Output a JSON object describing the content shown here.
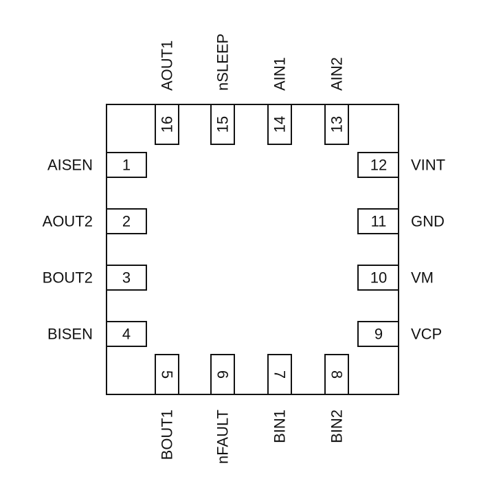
{
  "title": "IC pinout (16-pin QFN)",
  "pins": [
    {
      "num": "1",
      "name": "AISEN",
      "side": "left",
      "slot": 0
    },
    {
      "num": "2",
      "name": "AOUT2",
      "side": "left",
      "slot": 1
    },
    {
      "num": "3",
      "name": "BOUT2",
      "side": "left",
      "slot": 2
    },
    {
      "num": "4",
      "name": "BISEN",
      "side": "left",
      "slot": 3
    },
    {
      "num": "5",
      "name": "BOUT1",
      "side": "bottom",
      "slot": 0
    },
    {
      "num": "6",
      "name": "nFAULT",
      "side": "bottom",
      "slot": 1
    },
    {
      "num": "7",
      "name": "BIN1",
      "side": "bottom",
      "slot": 2
    },
    {
      "num": "8",
      "name": "BIN2",
      "side": "bottom",
      "slot": 3
    },
    {
      "num": "9",
      "name": "VCP",
      "side": "right",
      "slot": 3
    },
    {
      "num": "10",
      "name": "VM",
      "side": "right",
      "slot": 2
    },
    {
      "num": "11",
      "name": "GND",
      "side": "right",
      "slot": 1
    },
    {
      "num": "12",
      "name": "VINT",
      "side": "right",
      "slot": 0
    },
    {
      "num": "13",
      "name": "AIN2",
      "side": "top",
      "slot": 3
    },
    {
      "num": "14",
      "name": "AIN1",
      "side": "top",
      "slot": 2
    },
    {
      "num": "15",
      "name": "nSLEEP",
      "side": "top",
      "slot": 1
    },
    {
      "num": "16",
      "name": "AOUT1",
      "side": "top",
      "slot": 0
    }
  ]
}
